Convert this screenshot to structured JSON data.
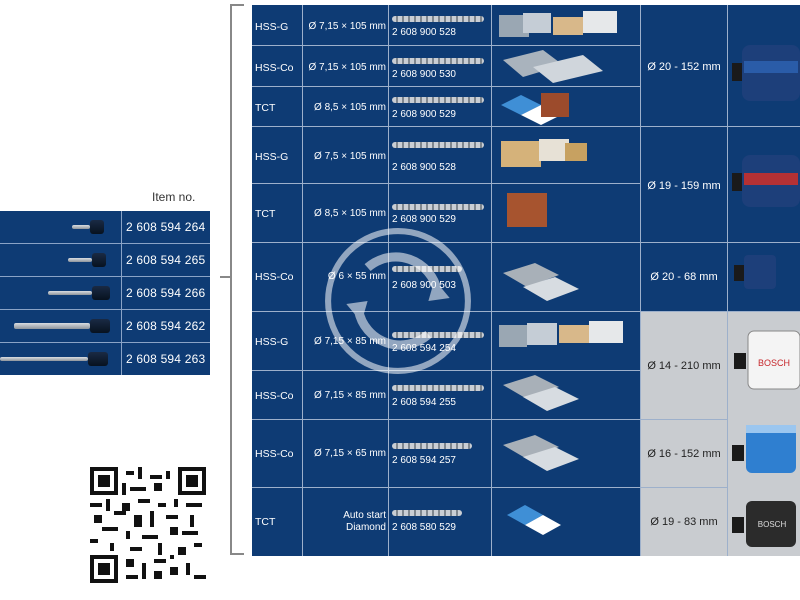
{
  "left_table": {
    "header": "Item no.",
    "items": [
      "2 608 594 264",
      "2 608 594 265",
      "2 608 594 266",
      "2 608 594 262",
      "2 608 594 263"
    ]
  },
  "rows": [
    {
      "type": "HSS-G",
      "dim": "Ø 7,15 × 105 mm",
      "item": "2 608 900 528"
    },
    {
      "type": "HSS-Co",
      "dim": "Ø 7,15 × 105 mm",
      "item": "2 608 900 530"
    },
    {
      "type": "TCT",
      "dim": "Ø 8,5 × 105 mm",
      "item": "2 608 900 529"
    },
    {
      "type": "HSS-G",
      "dim": "Ø 7,5 × 105 mm",
      "item": "2 608 900 528"
    },
    {
      "type": "TCT",
      "dim": "Ø 8,5 × 105 mm",
      "item": "2 608 900 529"
    },
    {
      "type": "HSS-Co",
      "dim": "Ø 6 × 55 mm",
      "item": "2 608 900 503"
    },
    {
      "type": "HSS-G",
      "dim": "Ø 7,15 × 85 mm",
      "item": "2 608 594 254"
    },
    {
      "type": "HSS-Co",
      "dim": "Ø 7,15 × 85 mm",
      "item": "2 608 594 255"
    },
    {
      "type": "HSS-Co",
      "dim": "Ø 7,15 × 65 mm",
      "item": "2 608 594 257"
    },
    {
      "type": "TCT",
      "dim_line1": "Auto start",
      "dim_line2": "Diamond",
      "item": "2 608 580 529"
    }
  ],
  "ranges": [
    "Ø 20 - 152 mm",
    "Ø 19 - 159 mm",
    "Ø 20 - 68 mm",
    "Ø 14 - 210 mm",
    "Ø 16 - 152 mm",
    "Ø 19 - 83 mm"
  ],
  "brand": "BOSCH",
  "colors": {
    "navy": "#0e3b74",
    "light": "#c9ccd0",
    "line": "#9db0cb"
  },
  "icons": {
    "watermark": "rotate-arrows-watermark-icon",
    "qr": "qr-code-icon"
  }
}
